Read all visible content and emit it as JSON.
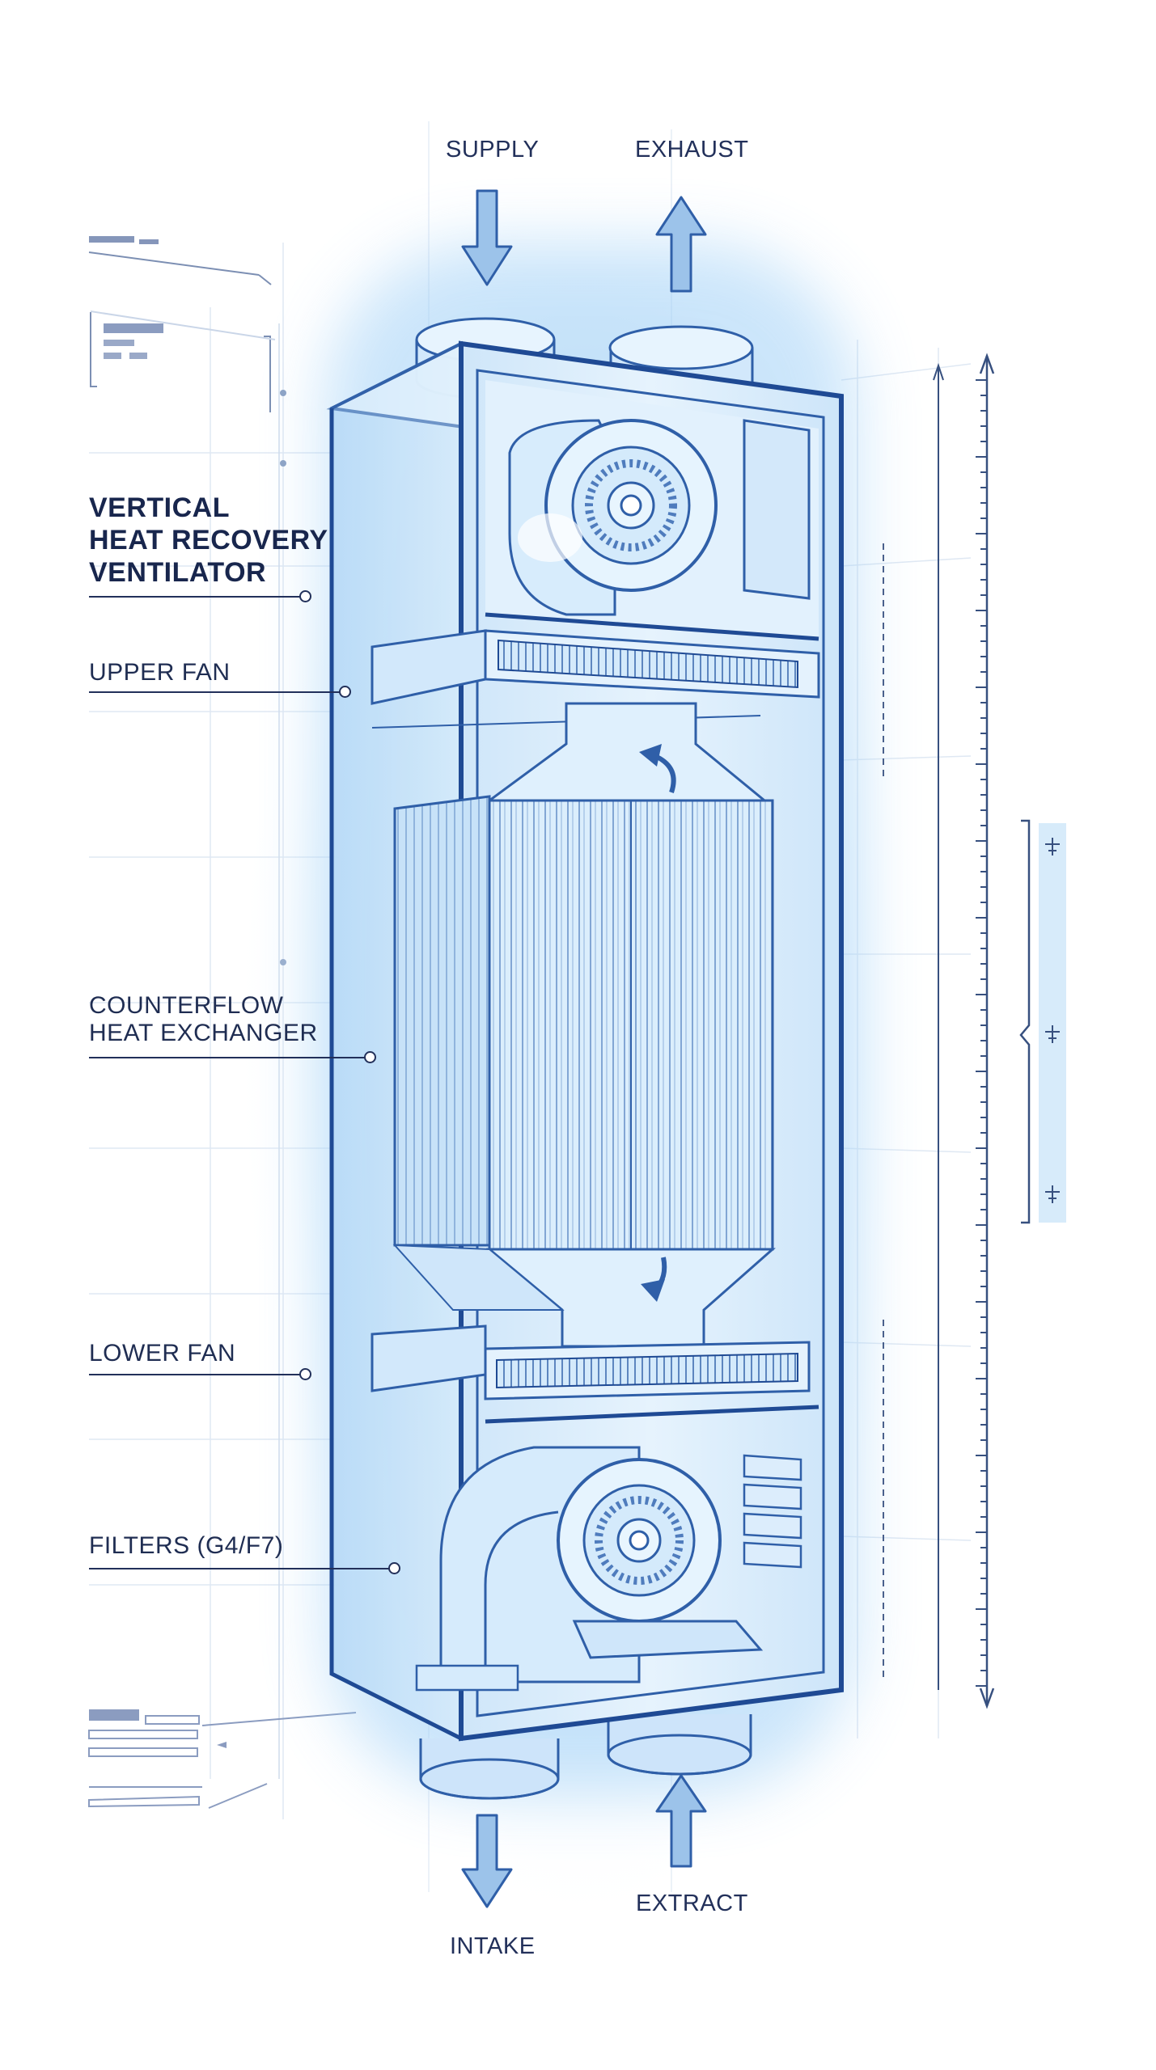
{
  "title": {
    "line1": "VERTICAL",
    "line2": "HEAT RECOVERY",
    "line3": "VENTILATOR"
  },
  "components": {
    "upper_fan": "UPPER FAN",
    "heat_exchanger_line1": "COUNTERFLOW",
    "heat_exchanger_line2": "HEAT EXCHANGER",
    "lower_fan": "LOWER FAN",
    "filters": "FILTERS (G4/F7)"
  },
  "airflow": {
    "supply": "SUPPLY",
    "exhaust": "EXHAUST",
    "intake": "INTAKE",
    "extract": "EXTRACT"
  },
  "colors": {
    "ink": "#22305a",
    "line_blue": "#2f5fa8",
    "glow": "#8fc8f5",
    "panel": "#e3f1fc",
    "arrow_fill": "#9cc3ea"
  }
}
